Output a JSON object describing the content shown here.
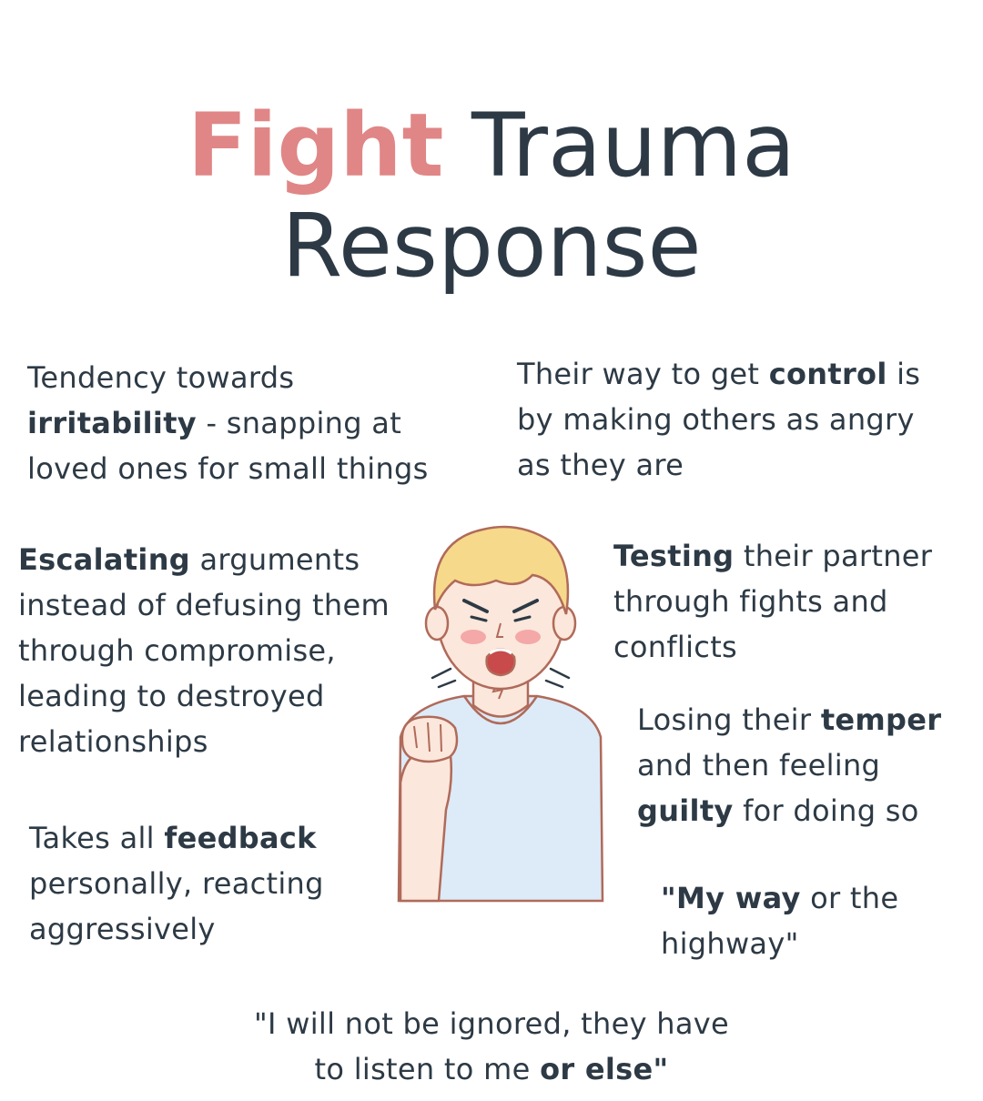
{
  "title": {
    "accent": "Fight",
    "rest": "Trauma",
    "line2": "Response"
  },
  "blocks": {
    "irritability": {
      "l1": "Tendency towards",
      "l2_bold": "irritability",
      "l2_rest": " - snapping at",
      "l3": "loved ones for small things"
    },
    "control": {
      "l1_pre": "Their way to get ",
      "l1_bold": "control",
      "l1_post": " is",
      "l2": "by making others as angry",
      "l3": "as they are"
    },
    "escalating": {
      "l1_bold": "Escalating",
      "l1_rest": " arguments",
      "l2": "instead of defusing them",
      "l3": "through compromise,",
      "l4": "leading to destroyed",
      "l5": "relationships"
    },
    "testing": {
      "l1_bold": "Testing",
      "l1_rest": " their partner",
      "l2": "through fights and",
      "l3": "conflicts"
    },
    "temper": {
      "l1_pre": "Losing their ",
      "l1_bold": "temper",
      "l2": "and then feeling",
      "l3_bold": "guilty",
      "l3_rest": " for doing so"
    },
    "feedback": {
      "l1_pre": "Takes all ",
      "l1_bold": "feedback",
      "l2": "personally, reacting",
      "l3": "aggressively"
    },
    "myway": {
      "l1_bold": "\"My way",
      "l1_rest": " or the",
      "l2": "highway\""
    },
    "quote": {
      "l1": "\"I will not be ignored, they have",
      "l2_pre": "to listen to me ",
      "l2_bold": "or else\""
    }
  },
  "colors": {
    "accent": "#e08686",
    "text": "#2d3a45",
    "hair": "#f6d98a",
    "skin": "#fbe7db",
    "shirt": "#dcebf7",
    "outline": "#b06a5a",
    "blush": "#f4a8a8"
  }
}
